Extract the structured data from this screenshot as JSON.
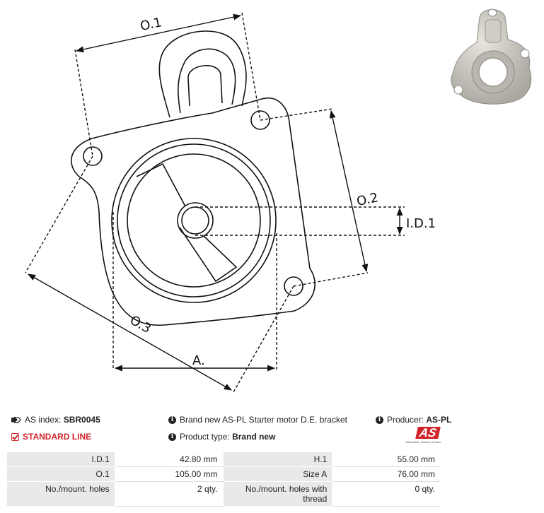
{
  "drawing": {
    "labels": {
      "o1": "O.1",
      "o2": "O.2",
      "o3": "O.3",
      "id1": "I.D.1",
      "a": "A."
    }
  },
  "info": {
    "as_index_label": "AS index:",
    "as_index_value": "SBR0045",
    "description": "Brand new AS-PL Starter motor D.E. bracket",
    "producer_label": "Producer:",
    "producer_value": "AS-PL",
    "standard_line": "STANDARD LINE",
    "product_type_label": "Product type:",
    "product_type_value": "Brand new"
  },
  "logo": {
    "mark": "AS",
    "tagline": "Alternators, Starters & Parts"
  },
  "specs": [
    {
      "k1": "I.D.1",
      "v1": "42.80 mm",
      "k2": "H.1",
      "v2": "55.00 mm"
    },
    {
      "k1": "O.1",
      "v1": "105.00 mm",
      "k2": "Size A",
      "v2": "76.00 mm"
    },
    {
      "k1": "No./mount. holes",
      "v1": "2 qty.",
      "k2": "No./mount. holes with thread",
      "v2": "0 qty."
    }
  ],
  "colors": {
    "accent": "#d2232a",
    "table_key_bg": "#e9e9e9"
  },
  "icons": [
    "tag-icon",
    "info-icon",
    "check-square-icon"
  ]
}
